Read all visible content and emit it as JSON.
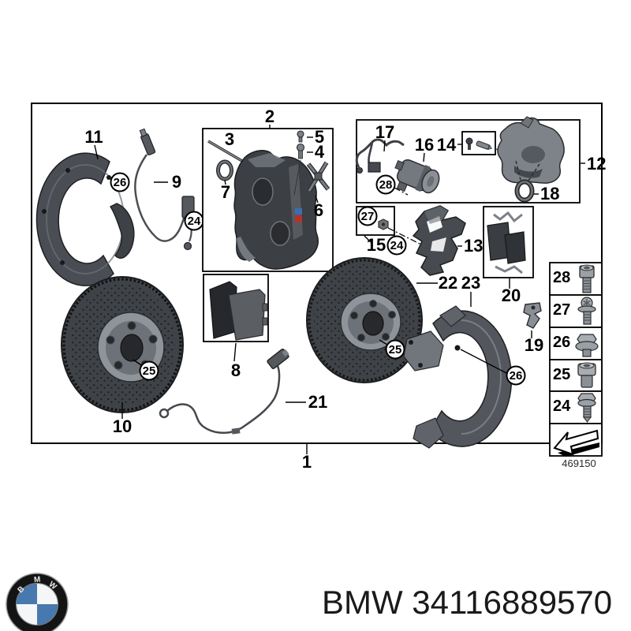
{
  "diagram": {
    "drawing_number": "469150",
    "part_labels": {
      "p1": "1",
      "p2": "2",
      "p3": "3",
      "p4": "4",
      "p5": "5",
      "p6": "6",
      "p7": "7",
      "p8": "8",
      "p9": "9",
      "p10": "10",
      "p11": "11",
      "p12": "12",
      "p13": "13",
      "p14": "14",
      "p15": "15",
      "p16": "16",
      "p17": "17",
      "p18": "18",
      "p19": "19",
      "p20": "20",
      "p21": "21",
      "p22": "22",
      "p23": "23"
    },
    "callouts": {
      "front_shield_screw": "26",
      "front_caliper_pin": "24",
      "actuator_screw": "28",
      "guide_bushing": "27",
      "carrier_bolt": "24",
      "front_disc_screw": "25",
      "rear_disc_screw": "25",
      "rear_shield_screw": "26"
    },
    "hardware": {
      "rows": [
        {
          "label": "28",
          "icon": "socket-head-cap-screw"
        },
        {
          "label": "27",
          "icon": "torx-flange-screw"
        },
        {
          "label": "26",
          "icon": "hex-flange-bolt"
        },
        {
          "label": "25",
          "icon": "disc-retaining-screw"
        },
        {
          "label": "24",
          "icon": "hex-flange-tapping-screw"
        }
      ],
      "arrow_icon": "direction-arrow-left"
    }
  },
  "footer": {
    "brand": "BMW",
    "part_number": "34116889570",
    "text": "BMW 34116889570",
    "roundel": {
      "b": "B",
      "m": "M",
      "w": "W"
    },
    "logo_blue": "#4779AE"
  }
}
